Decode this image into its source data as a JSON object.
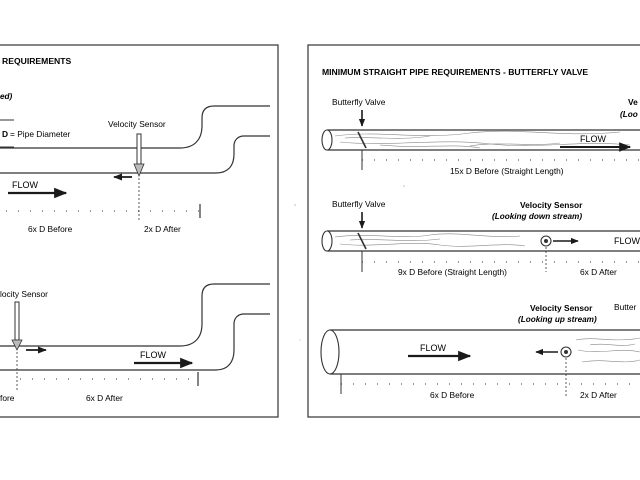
{
  "left_panel": {
    "title": "REQUIREMENTS",
    "note": "ed)",
    "pipe_diameter_label": "= Pipe Diameter",
    "pipe_diameter_symbol": "D",
    "diagram1": {
      "sensor_label": "Velocity Sensor",
      "flow_label": "FLOW",
      "before_label": "6x D Before",
      "after_label": "2x D After"
    },
    "diagram2": {
      "sensor_label": "locity Sensor",
      "flow_label": "FLOW",
      "before_label": "fore",
      "after_label": "6x D After"
    }
  },
  "right_panel": {
    "title": "MINIMUM STRAIGHT PIPE REQUIREMENTS - BUTTERFLY VALVE",
    "diagram1": {
      "valve_label": "Butterfly Valve",
      "sensor_label_partial": "Ve",
      "sensor_sub_partial": "(Loo",
      "flow_label": "FLOW",
      "before_label": "15x D Before (Straight Length)"
    },
    "diagram2": {
      "valve_label": "Butterfly Valve",
      "sensor_label": "Velocity Sensor",
      "sensor_sub": "(Looking down stream)",
      "flow_label": "FLOW",
      "before_label": "9x D Before (Straight Length)",
      "after_label": "6x D After"
    },
    "diagram3": {
      "sensor_label": "Velocity Sensor",
      "sensor_sub": "(Looking up stream)",
      "valve_label_partial": "Butter",
      "flow_label": "FLOW",
      "before_label": "6x D Before",
      "after_label": "2x D After"
    }
  }
}
